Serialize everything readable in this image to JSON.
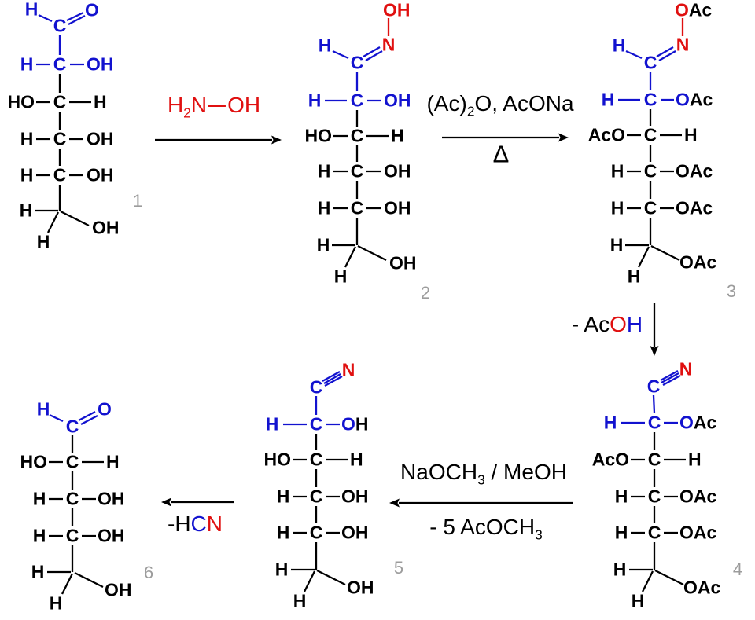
{
  "colors": {
    "chain_highlight_blue": "#1212cf",
    "heteroatom_red": "#e01010",
    "bond_black": "#000000",
    "number_gray": "#9c9c9c",
    "background": "#ffffff"
  },
  "structures": {
    "s1": {
      "number": "1",
      "top": {
        "h": "H",
        "c": "C",
        "o": "O"
      },
      "rows": [
        {
          "l": "H",
          "c": "C",
          "r": "OH"
        },
        {
          "l": "HO",
          "c": "C",
          "r": "H"
        },
        {
          "l": "H",
          "c": "C",
          "r": "OH"
        },
        {
          "l": "H",
          "c": "C",
          "r": "OH"
        }
      ],
      "bottom": {
        "l": "H",
        "dr": "OH",
        "dl": "H"
      }
    },
    "s2": {
      "number": "2",
      "top": {
        "oh": "OH",
        "n": "N",
        "h": "H",
        "c": "C"
      },
      "rows": [
        {
          "l": "H",
          "c": "C",
          "r": "OH"
        },
        {
          "l": "HO",
          "c": "C",
          "r": "H"
        },
        {
          "l": "H",
          "c": "C",
          "r": "OH"
        },
        {
          "l": "H",
          "c": "C",
          "r": "OH"
        }
      ],
      "bottom": {
        "l": "H",
        "dr": "OH",
        "dl": "H"
      }
    },
    "s3": {
      "number": "3",
      "top": {
        "o": "O",
        "ac": "Ac",
        "n": "N",
        "h": "H",
        "c": "C"
      },
      "rows": [
        {
          "l": "H",
          "c": "C",
          "r1": "O",
          "r2": "Ac"
        },
        {
          "l": "AcO",
          "c": "C",
          "r": "H"
        },
        {
          "l": "H",
          "c": "C",
          "r": "OAc"
        },
        {
          "l": "H",
          "c": "C",
          "r": "OAc"
        }
      ],
      "bottom": {
        "l": "H",
        "dr": "OAc",
        "dl": "H"
      }
    },
    "s4": {
      "number": "4",
      "top": {
        "c": "C",
        "n": "N"
      },
      "rows": [
        {
          "l": "H",
          "c": "C",
          "r1": "O",
          "r2": "Ac"
        },
        {
          "l": "AcO",
          "c": "C",
          "r": "H"
        },
        {
          "l": "H",
          "c": "C",
          "r": "OAc"
        },
        {
          "l": "H",
          "c": "C",
          "r": "OAc"
        }
      ],
      "bottom": {
        "l": "H",
        "dr": "OAc",
        "dl": "H"
      }
    },
    "s5": {
      "number": "5",
      "top": {
        "c": "C",
        "n": "N"
      },
      "rows": [
        {
          "l": "H",
          "c": "C",
          "r1": "O",
          "r2": "H"
        },
        {
          "l": "HO",
          "c": "C",
          "r": "H"
        },
        {
          "l": "H",
          "c": "C",
          "r": "OH"
        },
        {
          "l": "H",
          "c": "C",
          "r": "OH"
        }
      ],
      "bottom": {
        "l": "H",
        "dr": "OH",
        "dl": "H"
      }
    },
    "s6": {
      "number": "6",
      "top": {
        "h": "H",
        "c": "C",
        "o": "O"
      },
      "rows": [
        {
          "l": "HO",
          "c": "C",
          "r": "H"
        },
        {
          "l": "H",
          "c": "C",
          "r": "OH"
        },
        {
          "l": "H",
          "c": "C",
          "r": "OH"
        }
      ],
      "bottom": {
        "l": "H",
        "dr": "OH",
        "dl": "H"
      }
    }
  },
  "reagents": {
    "step1": {
      "h": "H",
      "sub": "2",
      "n": "N",
      "oh": "OH"
    },
    "step2": {
      "pre": "(Ac)",
      "sub": "2",
      "post": "O, AcONa",
      "delta": "Δ"
    },
    "step3": {
      "black": "- Ac",
      "red": "O",
      "blue": "H"
    },
    "step4": {
      "top_pre": "NaOCH",
      "top_sub": "3",
      "top_post": " / MeOH",
      "bottom_pre": "- 5 AcOCH",
      "bottom_sub": "3"
    },
    "step5": {
      "black": "-H",
      "blue": "C",
      "red": "N"
    }
  }
}
